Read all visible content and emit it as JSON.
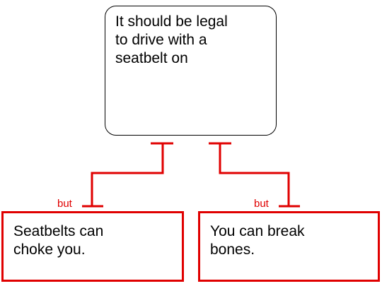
{
  "claim": {
    "text": "It should be legal\nto drive with a\nseatbelt on"
  },
  "objections": [
    {
      "connector": "but",
      "text": "Seatbelts can\nchoke you."
    },
    {
      "connector": "but",
      "text": "You can break\nbones."
    }
  ],
  "colors": {
    "claim_border": "#000000",
    "objection": "#e00000"
  }
}
